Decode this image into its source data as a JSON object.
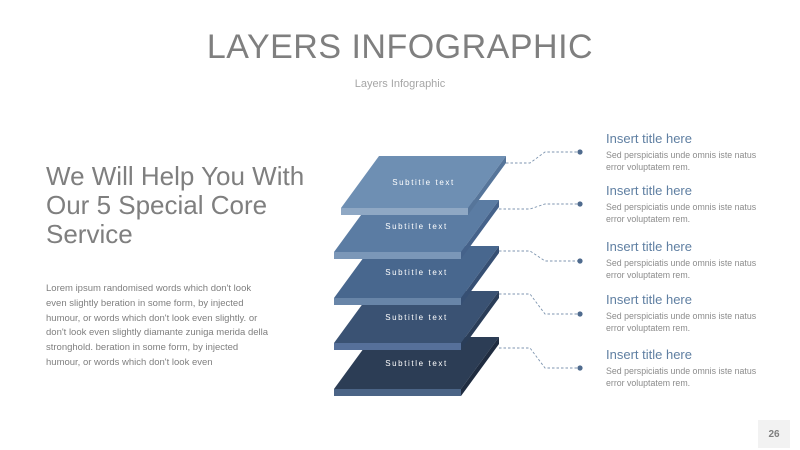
{
  "header": {
    "title": "LAYERS INFOGRAPHIC",
    "subtitle": "Layers Infographic"
  },
  "left": {
    "headline": "We Will Help You With Our 5 Special Core Service",
    "body": "Lorem ipsum randomised words which don't look even slightly beration in some form, by injected humour, or words which don't look even slightly. or don't look even slightly diamante zuniga merida della stronghold. beration in some form, by injected humour, or words which don't look even"
  },
  "layers": [
    {
      "label": "Subtitle text",
      "top_color": "#6e8fb3",
      "side_color": "#56759a",
      "front_color": "#8fa8c4"
    },
    {
      "label": "Subtitle text",
      "top_color": "#5b7ca3",
      "side_color": "#45628a",
      "front_color": "#7b97b8"
    },
    {
      "label": "Subtitle text",
      "top_color": "#48678e",
      "side_color": "#364f73",
      "front_color": "#6885a8"
    },
    {
      "label": "Subtitle text",
      "top_color": "#3a5273",
      "side_color": "#2a3d58",
      "front_color": "#56709a"
    },
    {
      "label": "Subtitle text",
      "top_color": "#2c3d55",
      "side_color": "#1f2c40",
      "front_color": "#4b6486"
    }
  ],
  "items": [
    {
      "title": "Insert title here",
      "desc": "Sed perspiciatis unde omnis iste natus error voluptatem rem."
    },
    {
      "title": "Insert title here",
      "desc": "Sed perspiciatis unde omnis iste natus error voluptatem rem."
    },
    {
      "title": "Insert title here",
      "desc": "Sed perspiciatis unde omnis iste natus error voluptatem rem."
    },
    {
      "title": "Insert title here",
      "desc": "Sed perspiciatis unde omnis iste natus error voluptatem rem."
    },
    {
      "title": "Insert title here",
      "desc": "Sed perspiciatis unde omnis iste natus error voluptatem rem."
    }
  ],
  "colors": {
    "connector": "#7f96b0",
    "dot": "#4f6b8e"
  },
  "footer": {
    "page_number": "26"
  }
}
